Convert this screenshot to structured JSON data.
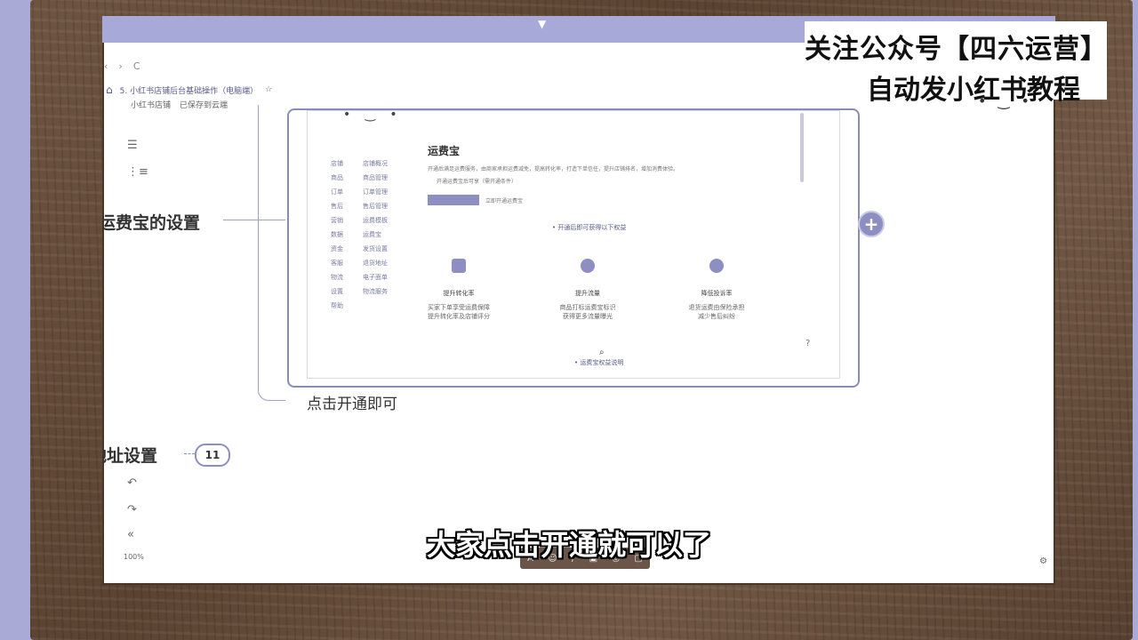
{
  "watermark": {
    "line1": "关注公众号【四六运营】",
    "line2": "自动发小红书教程"
  },
  "browser": {
    "back": "‹",
    "forward": "›",
    "reload": "C"
  },
  "doc": {
    "title": "5. 小红书店铺后台基础操作（电脑端）",
    "star": "☆",
    "crumb1": "小红书店铺",
    "crumb2": "已保存到云端",
    "home": "⌂"
  },
  "mindmap": {
    "node_freight": "运费宝的设置",
    "leaf_open": "点击开通即可",
    "node_address": "地址设置",
    "badge": "11"
  },
  "inner": {
    "cute": "• ‿ •",
    "title": "运费宝",
    "desc": "开通后满足运费服务，由商家承担运费减免，提高转化率，打造下单信任，提升店铺排名，增加消费体验。",
    "sub": "开通运费宝后可享（需开通条件）",
    "btn_note": "立即开通运费宝",
    "center": "• 开通后即可获得以下权益",
    "features": [
      {
        "title": "提升转化率",
        "line1": "买家下单享受运费保障",
        "line2": "提升转化率及店铺评分"
      },
      {
        "title": "提升流量",
        "line1": "商品打标运费宝标识",
        "line2": "获得更多流量曝光"
      },
      {
        "title": "降低投诉率",
        "line1": "退货运费由保险承担",
        "line2": "减少售后纠纷"
      }
    ],
    "foot": "• 运费宝权益说明",
    "sidebar_a": [
      "店铺",
      "商品",
      "订单",
      "售后",
      "营销",
      "数据",
      "资金",
      "客服",
      "物流",
      "设置",
      "帮助"
    ],
    "sidebar_b": [
      "店铺概况",
      "商品管理",
      "订单管理",
      "售后管理",
      "运费模板",
      "运费宝",
      "发货设置",
      "退货地址",
      "电子面单",
      "物流服务"
    ]
  },
  "toolbar": {
    "items": [
      "A",
      "☺",
      "/",
      "▣",
      "◎",
      "▢"
    ]
  },
  "zoom": "100%",
  "subtitle": "大家点击开通就可以了",
  "colors": {
    "background": "#a9abd6",
    "accent": "#8d8ec2",
    "frame": "#6e5541"
  }
}
